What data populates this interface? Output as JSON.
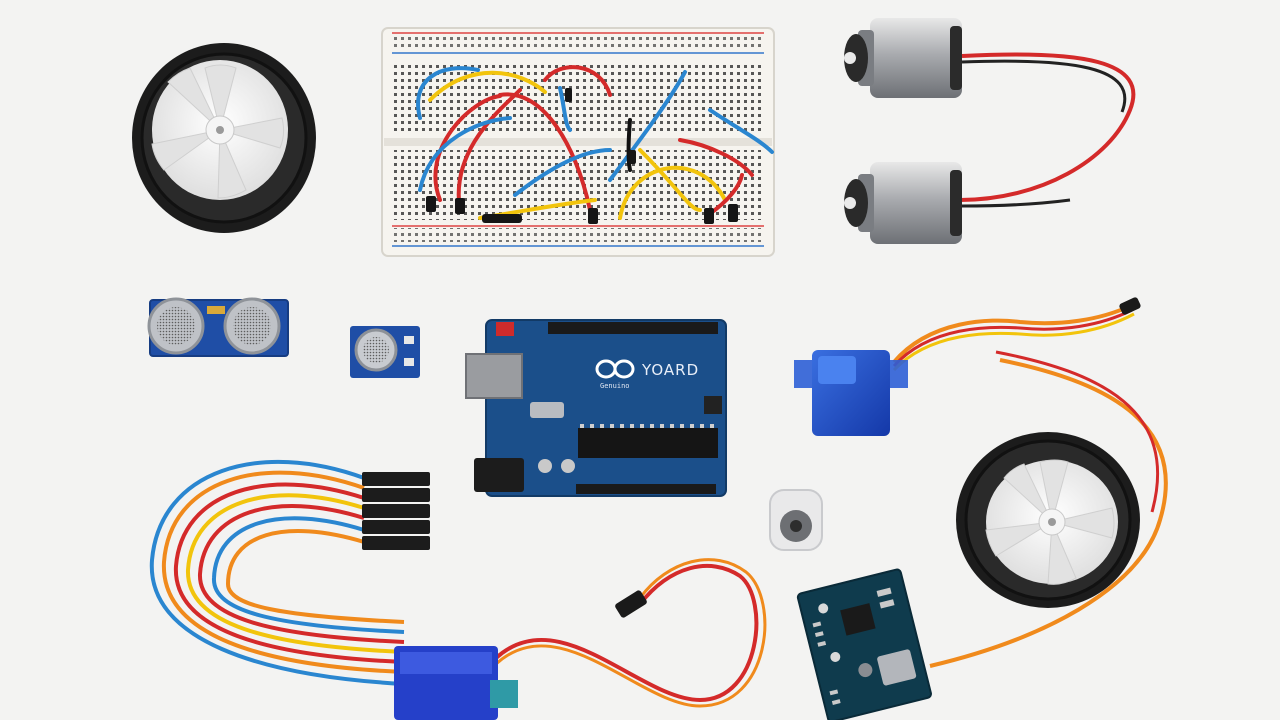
{
  "scene": {
    "background": "#f3f3f2",
    "items": [
      {
        "name": "wheel-top-left",
        "kind": "wheel"
      },
      {
        "name": "breadboard",
        "kind": "solderless breadboard with jumper wires"
      },
      {
        "name": "dc-motor-top",
        "kind": "DC gear motor"
      },
      {
        "name": "dc-motor-bottom",
        "kind": "DC gear motor"
      },
      {
        "name": "ultrasonic-sensor",
        "kind": "ultrasonic distance sensor"
      },
      {
        "name": "sound-sensor",
        "kind": "sound sensor module"
      },
      {
        "name": "microcontroller-board",
        "kind": "blue development board"
      },
      {
        "name": "servo-motor",
        "kind": "micro servo"
      },
      {
        "name": "wheel-bottom-right",
        "kind": "wheel"
      },
      {
        "name": "ribbon-cable",
        "kind": "rainbow jumper cable with header"
      },
      {
        "name": "buzzer",
        "kind": "piezo buzzer"
      },
      {
        "name": "small-servo",
        "kind": "small blue servo"
      },
      {
        "name": "driver-board",
        "kind": "small circuit board"
      }
    ]
  },
  "colors": {
    "board_blue": "#1b4f8a",
    "wire_red": "#d42a2a",
    "wire_yellow": "#f2c40c",
    "wire_blue": "#2a86d0",
    "wire_orange": "#f08a1c",
    "tire": "#1c1c1c",
    "hub": "#f7f7f7"
  },
  "board": {
    "label": "YOARD",
    "silk": "Genuino"
  }
}
